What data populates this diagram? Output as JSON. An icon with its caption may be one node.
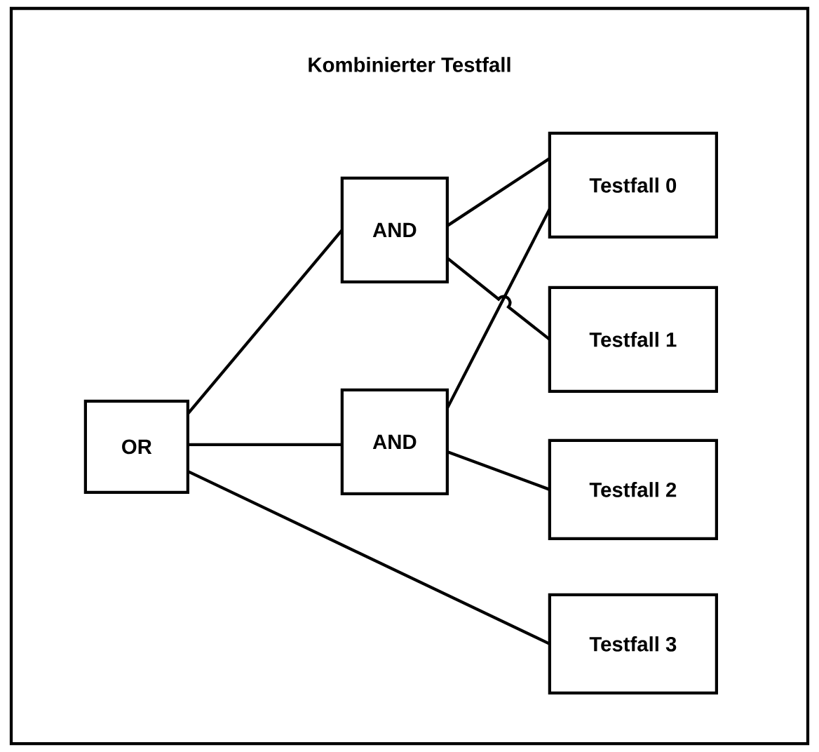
{
  "diagram": {
    "nodes": [
      {
        "text": [
          "Kombinierter Testfall"
        ]
      },
      {
        "text": [
          "OR"
        ],
        "in": 0
      },
      {
        "text": [
          "AND"
        ],
        "in": 0
      },
      {
        "text": [
          "AND"
        ],
        "in": 0
      },
      {
        "text": [
          "Testfall 0"
        ],
        "in": 0
      },
      {
        "text": [
          "Testfall 1"
        ],
        "in": 0
      },
      {
        "text": [
          "Testfall 2"
        ],
        "in": 0
      },
      {
        "text": [
          "Testfall 3"
        ],
        "in": 0
      }
    ],
    "edges": [
      {
        "from": 1,
        "to": 2,
        "arrow": "none"
      },
      {
        "from": 1,
        "to": 3,
        "arrow": "none"
      },
      {
        "from": 1,
        "to": 7,
        "arrow": "none"
      },
      {
        "from": 2,
        "to": 4,
        "arrow": "none"
      },
      {
        "from": 2,
        "to": 5,
        "arrow": "none"
      },
      {
        "from": 3,
        "to": 4,
        "arrow": "none"
      },
      {
        "from": 3,
        "to": 6,
        "arrow": "none"
      }
    ]
  }
}
